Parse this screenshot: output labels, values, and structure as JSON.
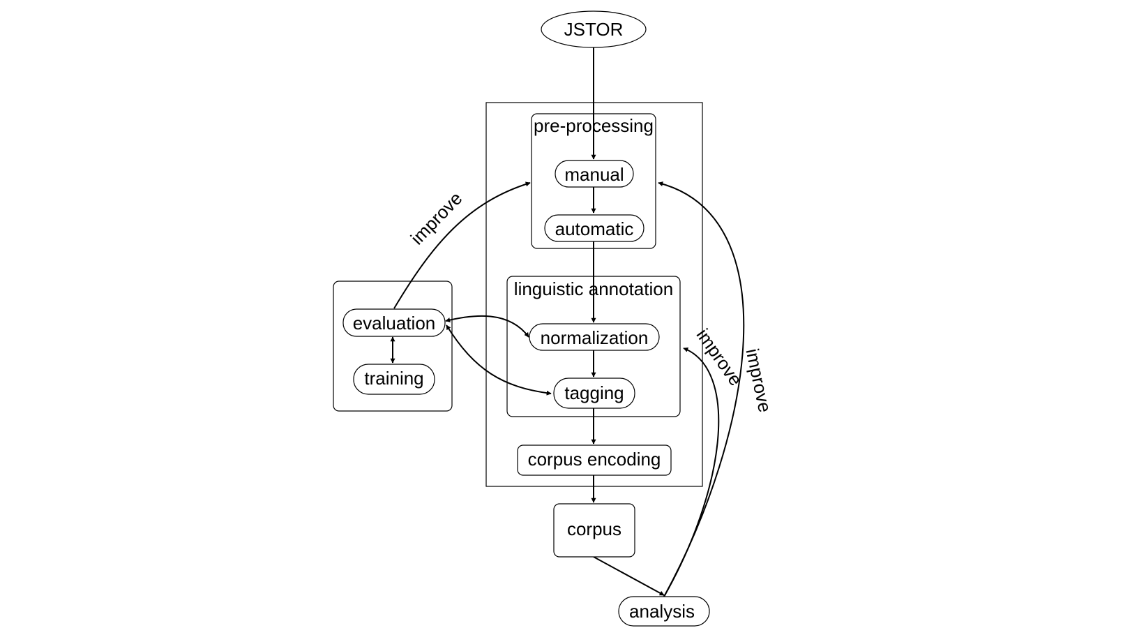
{
  "nodes": {
    "jstor": "JSTOR",
    "manual": "manual",
    "automatic": "automatic",
    "normalization": "normalization",
    "tagging": "tagging",
    "corpus_encoding": "corpus encoding",
    "corpus": "corpus",
    "analysis": "analysis",
    "evaluation": "evaluation",
    "training": "training"
  },
  "clusters": {
    "preprocessing": "pre-processing",
    "linguistic_annotation": "linguistic annotation"
  },
  "edge_labels": {
    "improve_preprocessing": "improve",
    "improve_annotation": "improve",
    "improve_analysis": "improve"
  }
}
